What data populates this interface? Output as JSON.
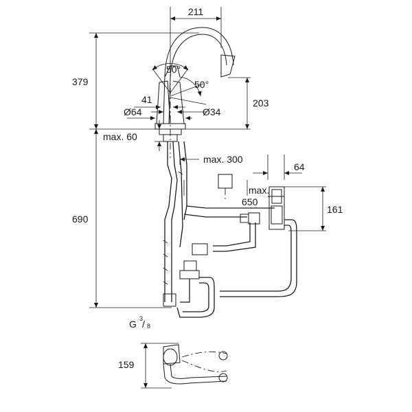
{
  "drawing": {
    "dimensions": {
      "spout_reach": "211",
      "total_height": "379",
      "spout_angle_top": "50°",
      "spout_angle_side": "50°",
      "base_offset": "41",
      "base_diameter": "Ø64",
      "neck_diameter": "Ø34",
      "outlet_height": "203",
      "max_deck": "max. 60",
      "max_hose": "max. 300",
      "box_offset": "64",
      "max_box_prefix": "max.",
      "max_box_value": "650",
      "box_height": "161",
      "under_height": "690",
      "thread_g": "G",
      "thread_num": "3",
      "thread_den": "8",
      "swivel_depth": "159"
    }
  }
}
